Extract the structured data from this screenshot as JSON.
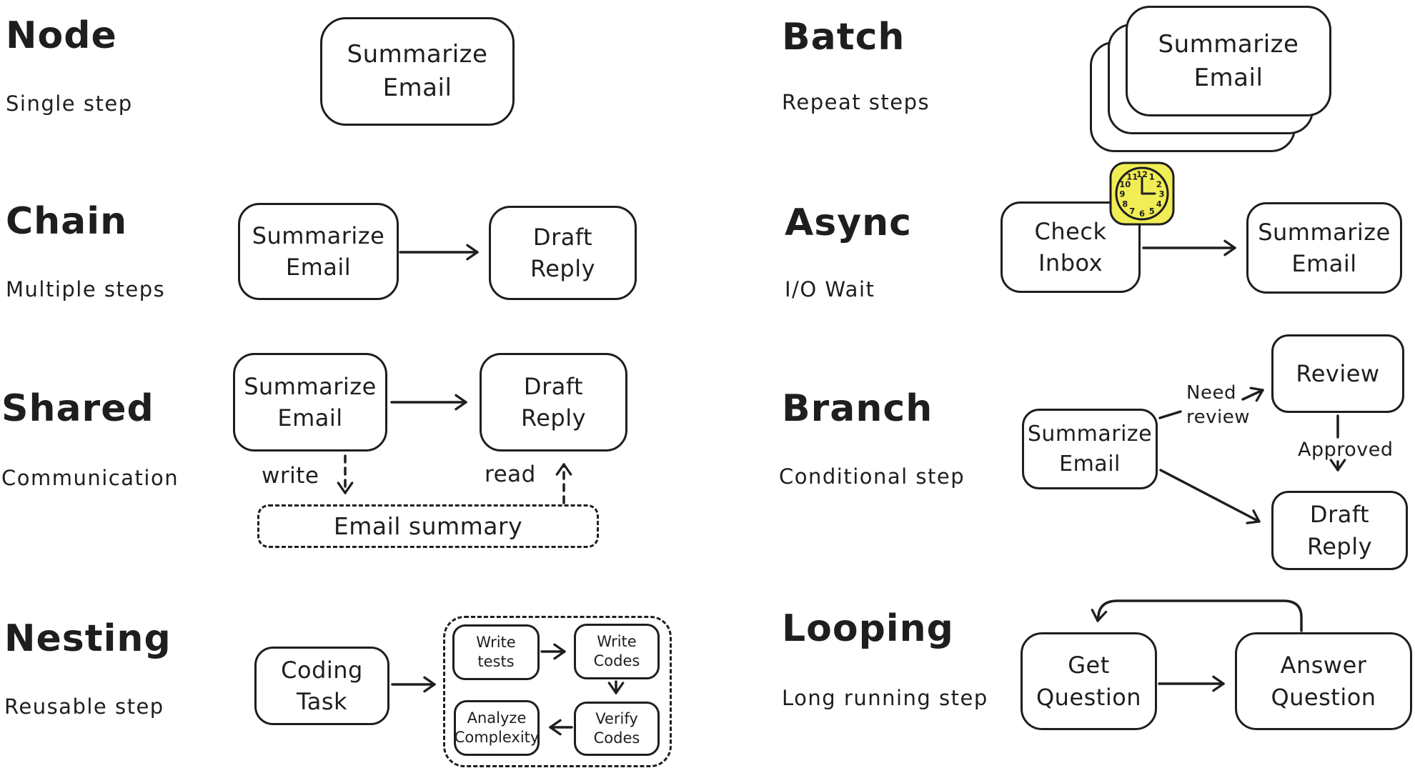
{
  "colors": {
    "ink": "#1e1e1e",
    "paper": "#ffffff",
    "clock_yellow": "#f1ee55"
  },
  "sections": {
    "node": {
      "title": "Node",
      "subtitle": "Single step",
      "box_a": "Summarize\nEmail"
    },
    "chain": {
      "title": "Chain",
      "subtitle": "Multiple steps",
      "box_a": "Summarize\nEmail",
      "box_b": "Draft\nReply"
    },
    "shared": {
      "title": "Shared",
      "subtitle": "Communication",
      "box_a": "Summarize\nEmail",
      "box_b": "Draft\nReply",
      "store": "Email summary",
      "label_write": "write",
      "label_read": "read"
    },
    "nesting": {
      "title": "Nesting",
      "subtitle": "Reusable step",
      "box_a": "Coding\nTask",
      "inner_1": "Write\ntests",
      "inner_2": "Write\nCodes",
      "inner_3": "Analyze\nComplexity",
      "inner_4": "Verify\nCodes"
    },
    "batch": {
      "title": "Batch",
      "subtitle": "Repeat steps",
      "box_a": "Summarize\nEmail"
    },
    "async": {
      "title": "Async",
      "subtitle": "I/O Wait",
      "box_a": "Check\nInbox",
      "box_b": "Summarize\nEmail",
      "clock_numbers": [
        "12",
        "1",
        "2",
        "3",
        "4",
        "5",
        "6",
        "7",
        "8",
        "9",
        "10",
        "11"
      ],
      "clock_time": "3:00"
    },
    "branch": {
      "title": "Branch",
      "subtitle": "Conditional step",
      "box_a": "Summarize\nEmail",
      "box_review": "Review",
      "box_reply": "Draft\nReply",
      "label_need_review": "Need\nreview",
      "label_approved": "Approved"
    },
    "looping": {
      "title": "Looping",
      "subtitle": "Long running step",
      "box_a": "Get\nQuestion",
      "box_b": "Answer\nQuestion"
    }
  }
}
